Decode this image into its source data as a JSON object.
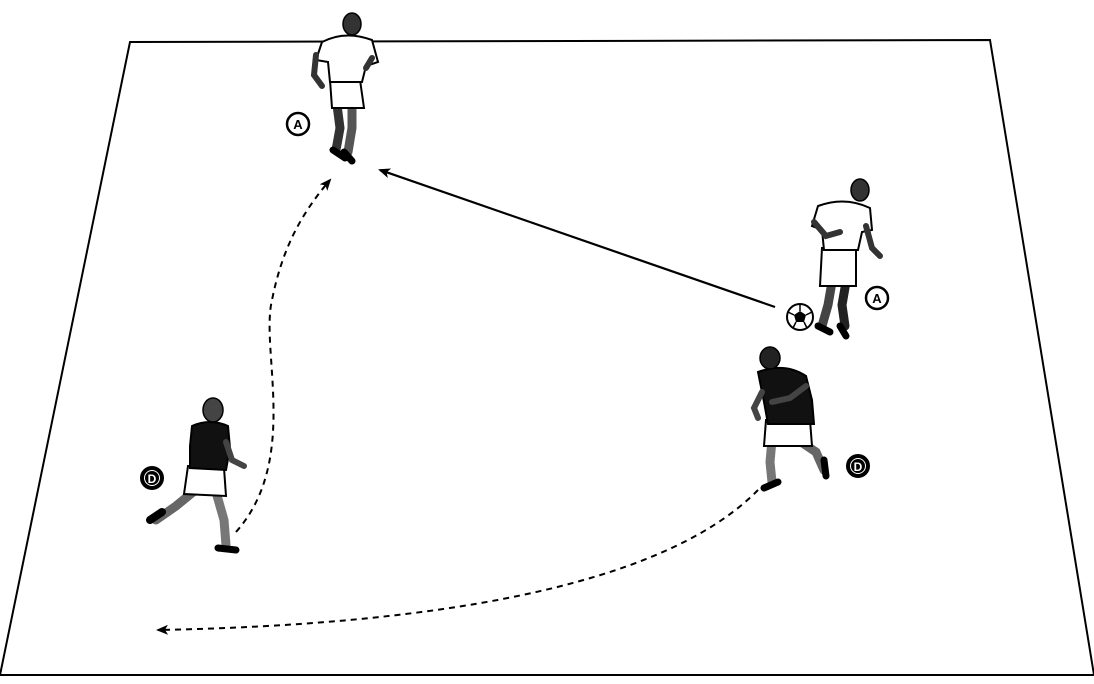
{
  "diagram": {
    "field": {
      "line_color": "#000000",
      "background": "#ffffff"
    },
    "players": [
      {
        "id": "attacker-top",
        "role_label": "A",
        "team": "attack",
        "shirt_color": "#ffffff",
        "has_ball": false
      },
      {
        "id": "attacker-right",
        "role_label": "A",
        "team": "attack",
        "shirt_color": "#ffffff",
        "has_ball": true
      },
      {
        "id": "defender-left",
        "role_label": "D",
        "team": "defense",
        "shirt_color": "#111111",
        "has_ball": false
      },
      {
        "id": "defender-right",
        "role_label": "D",
        "team": "defense",
        "shirt_color": "#111111",
        "has_ball": false
      }
    ],
    "arrows": [
      {
        "id": "pass",
        "from": "attacker-right",
        "to": "attacker-top",
        "style": "solid",
        "meaning": "ball"
      },
      {
        "id": "defender-left-run",
        "from": "defender-left",
        "to": "attacker-top",
        "style": "dashed",
        "meaning": "run"
      },
      {
        "id": "defender-right-run",
        "from": "defender-right",
        "to": "left-corner",
        "style": "dashed",
        "meaning": "run"
      }
    ],
    "labels": {
      "attacker_top": "A",
      "attacker_right": "A",
      "defender_left": "D",
      "defender_right": "D"
    }
  }
}
